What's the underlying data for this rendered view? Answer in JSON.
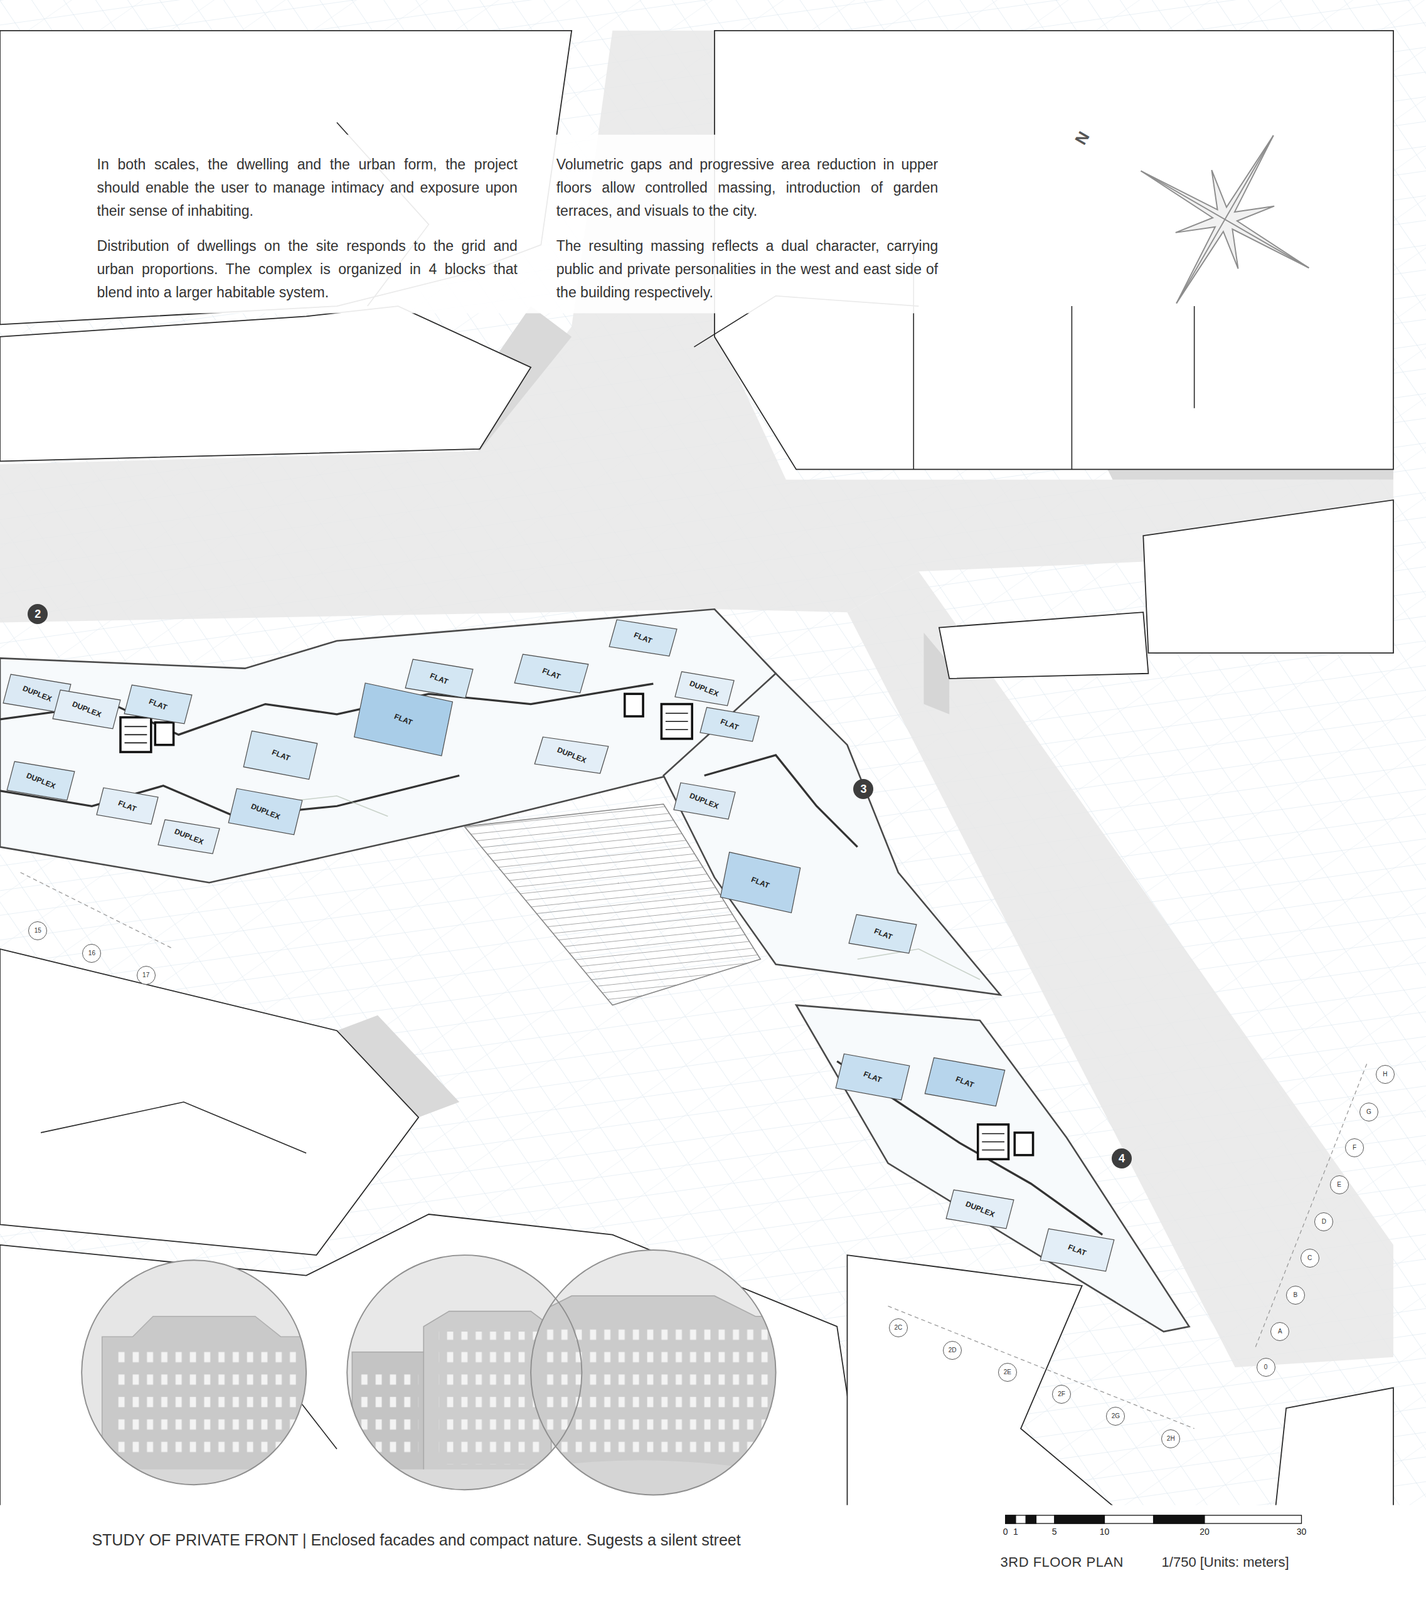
{
  "diagram": {
    "title": "3RD FLOOR PLAN",
    "caption": "STUDY OF PRIVATE FRONT | Enclosed facades and compact nature. Sugests a silent street",
    "nodes": [
      {
        "text": [
          "DUPLEX"
        ]
      },
      {
        "text": [
          "DUPLEX"
        ]
      },
      {
        "text": [
          "FLAT"
        ]
      },
      {
        "text": [
          "FLAT"
        ]
      },
      {
        "text": [
          "DUPLEX"
        ]
      },
      {
        "text": [
          "FLAT"
        ]
      },
      {
        "text": [
          "DUPLEX"
        ]
      },
      {
        "text": [
          "DUPLEX"
        ]
      },
      {
        "text": [
          "FLAT"
        ]
      },
      {
        "text": [
          "FLAT"
        ]
      },
      {
        "text": [
          "FLAT"
        ]
      },
      {
        "text": [
          "DUPLEX"
        ]
      },
      {
        "text": [
          "FLAT"
        ]
      },
      {
        "text": [
          "DUPLEX"
        ]
      },
      {
        "text": [
          "FLAT"
        ]
      },
      {
        "text": [
          "DUPLEX"
        ]
      },
      {
        "text": [
          "FLAT"
        ]
      },
      {
        "text": [
          "FLAT"
        ]
      },
      {
        "text": [
          "FLAT"
        ]
      },
      {
        "text": [
          "FLAT"
        ]
      },
      {
        "text": [
          "DUPLEX"
        ]
      },
      {
        "text": [
          "FLAT"
        ]
      }
    ],
    "labels": [
      "In both scales, the dwelling and the urban form, the project should enable the user to manage intimacy and exposure upon their sense of inhabiting.",
      "Distribution of dwellings on the site responds to the grid and urban proportions. The complex is organized in 4 blocks that blend into a larger habitable system.",
      "Volumetric gaps and progressive area reduction in upper floors allow controlled massing, introduction of garden terraces, and visuals to the city.",
      "The resulting massing reflects a dual character, carrying public and private personalities in the west and east side of the building respectively.",
      "N",
      "2",
      "3",
      "4",
      "15",
      "16",
      "17",
      "H",
      "G",
      "F",
      "E",
      "D",
      "C",
      "B",
      "A",
      "0",
      "2C",
      "2D",
      "2E",
      "2F",
      "2G",
      "2H",
      "0",
      "1",
      "5",
      "10",
      "20",
      "30",
      "1/750 [Units: meters]"
    ]
  }
}
